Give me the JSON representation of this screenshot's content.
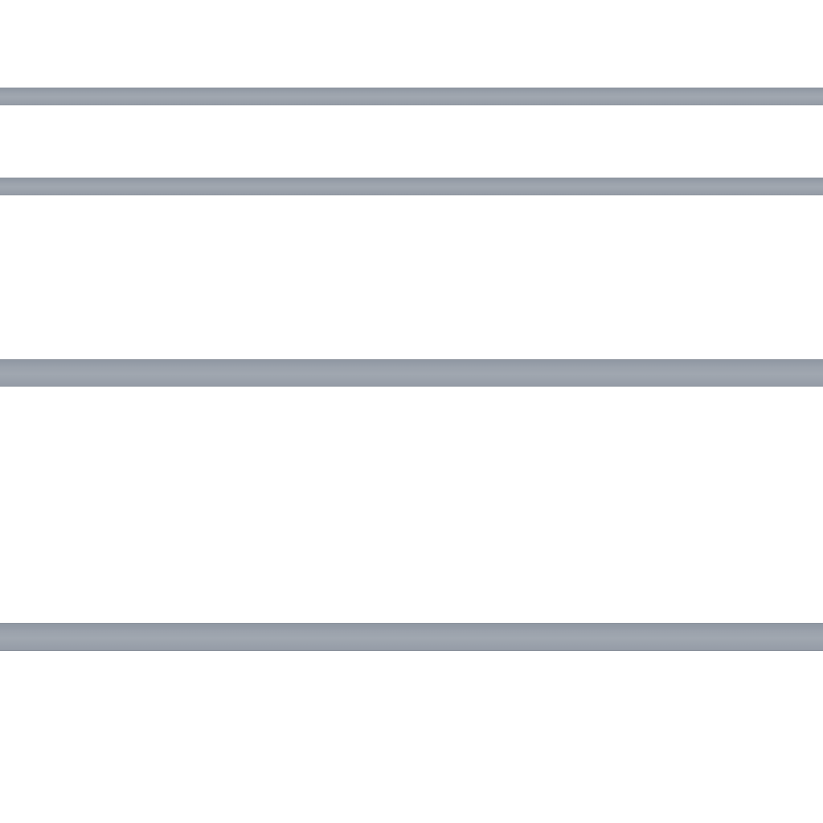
{
  "theme": {
    "background": "#ffffff",
    "divider_color": "#9ba2ac",
    "divider_edge_color": "#848b96"
  },
  "dividers": [
    {
      "id": "divider-1"
    },
    {
      "id": "divider-2"
    },
    {
      "id": "divider-3"
    },
    {
      "id": "divider-4"
    }
  ]
}
